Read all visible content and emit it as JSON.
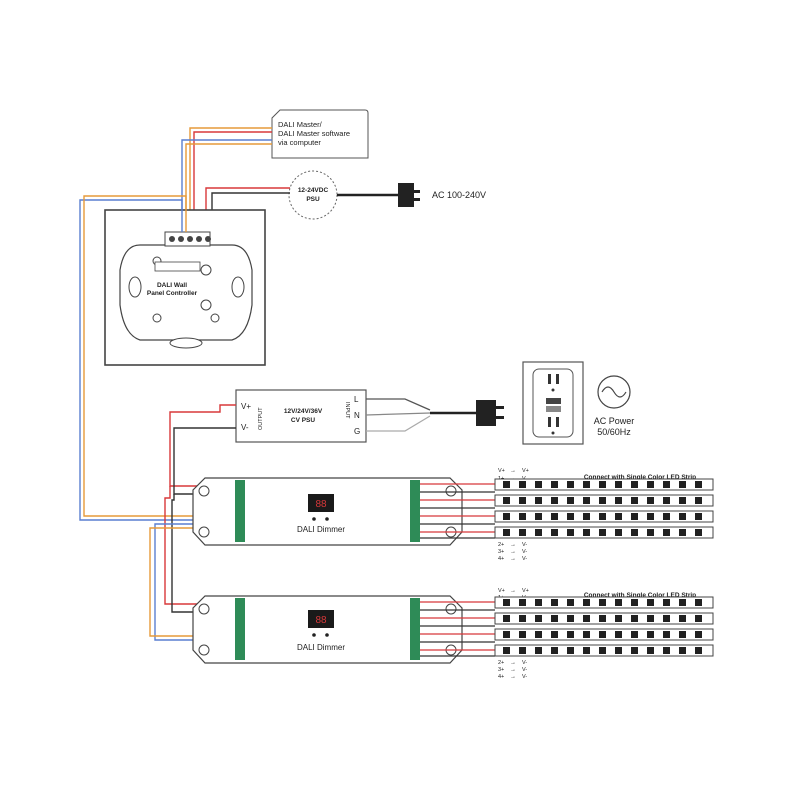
{
  "master": {
    "line1": "DALI Master/",
    "line2": "DALI Master software",
    "line3": "via computer"
  },
  "psu_small": {
    "line1": "12-24VDC",
    "line2": "PSU"
  },
  "ac_input": "AC 100-240V",
  "panel": {
    "line1": "DALI Wall",
    "line2": "Panel Controller"
  },
  "cv_psu": {
    "line1": "12V/24V/36V",
    "line2": "CV PSU",
    "output": "OUTPUT",
    "input": "INPUT",
    "v_plus": "V+",
    "v_minus": "V-",
    "l": "L",
    "n": "N",
    "g": "G"
  },
  "ac_power": {
    "line1": "AC Power",
    "line2": "50/60Hz"
  },
  "dimmer_label": "DALI Dimmer",
  "strip_title": "Connect with Single Color LED Strip",
  "conn_top": [
    {
      "a": "V+",
      "b": "V+"
    },
    {
      "a": "1+",
      "b": "V-"
    }
  ],
  "conn_bottom": [
    {
      "a": "2+",
      "b": "V-"
    },
    {
      "a": "3+",
      "b": "V-"
    },
    {
      "a": "4+",
      "b": "V-"
    }
  ],
  "arrow": "→",
  "colors": {
    "wire_red": "#d8383a",
    "wire_orange": "#e69a3a",
    "wire_blue": "#5a7fd0",
    "wire_dark": "#333333",
    "terminal_green": "#2e8b57",
    "led_dark": "#202020"
  }
}
